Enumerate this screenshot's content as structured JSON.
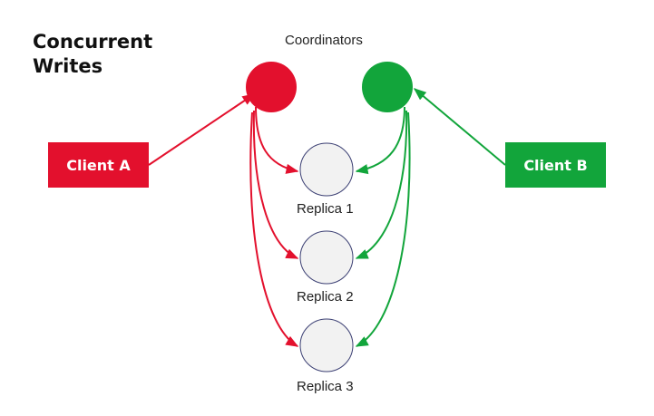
{
  "title": {
    "line1": "Concurrent",
    "line2": "Writes"
  },
  "coordinators_label": "Coordinators",
  "clients": [
    {
      "id": "client-a",
      "label": "Client A",
      "color": "#E3102D"
    },
    {
      "id": "client-b",
      "label": "Client B",
      "color": "#12A53B"
    }
  ],
  "coordinators": [
    {
      "id": "coordinator-red",
      "color": "#E3102D"
    },
    {
      "id": "coordinator-green",
      "color": "#12A53B"
    }
  ],
  "replicas": [
    {
      "id": "replica-1",
      "label": "Replica 1"
    },
    {
      "id": "replica-2",
      "label": "Replica 2"
    },
    {
      "id": "replica-3",
      "label": "Replica 3"
    }
  ],
  "colors": {
    "red": "#E3102D",
    "green": "#12A53B",
    "replica_fill": "#F2F2F2",
    "replica_stroke": "#3B3F73"
  }
}
